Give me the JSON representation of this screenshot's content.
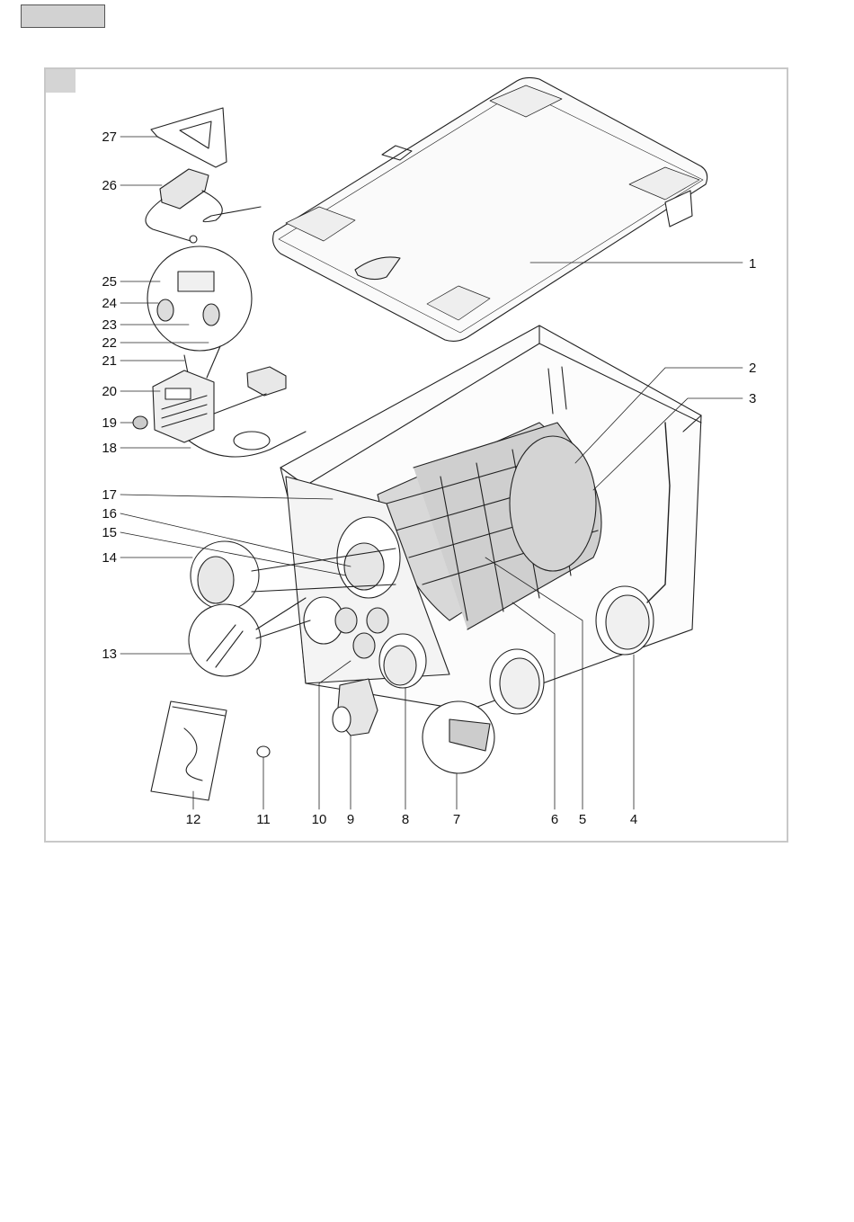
{
  "callouts_left": [
    {
      "id": "27"
    },
    {
      "id": "26"
    },
    {
      "id": "25"
    },
    {
      "id": "24"
    },
    {
      "id": "23"
    },
    {
      "id": "22"
    },
    {
      "id": "21"
    },
    {
      "id": "20"
    },
    {
      "id": "19"
    },
    {
      "id": "18"
    },
    {
      "id": "17"
    },
    {
      "id": "16"
    },
    {
      "id": "15"
    },
    {
      "id": "14"
    },
    {
      "id": "13"
    }
  ],
  "callouts_right": [
    {
      "id": "1"
    },
    {
      "id": "2"
    },
    {
      "id": "3"
    }
  ],
  "callouts_bottom": [
    {
      "id": "12"
    },
    {
      "id": "11"
    },
    {
      "id": "10"
    },
    {
      "id": "9"
    },
    {
      "id": "8"
    },
    {
      "id": "7"
    },
    {
      "id": "6"
    },
    {
      "id": "5"
    },
    {
      "id": "4"
    }
  ]
}
